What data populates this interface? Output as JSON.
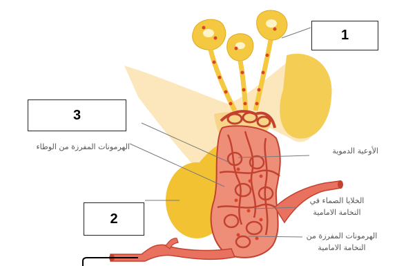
{
  "boxes": {
    "box1": "1",
    "box2": "2",
    "box3": "3"
  },
  "labels": {
    "hypothalamus_hormones": "الهرمونات المفرزة من الوطاء",
    "blood_vessels": "الأوعية الدموية",
    "glandular_cells_line1": "الخلايا الصماء في",
    "glandular_cells_line2": "النخامة الامامية",
    "anterior_hormones_line1": "الهرمونات المفرزة من",
    "anterior_hormones_line2": "النخامة الامامية"
  },
  "colors": {
    "neuron_yellow": "#f5c842",
    "tissue_pale": "#fbe3b0",
    "lobe_yellow": "#f2c233",
    "vessel_red": "#e8725f",
    "vessel_dark": "#c2412f",
    "dot_red": "#d8452a"
  }
}
